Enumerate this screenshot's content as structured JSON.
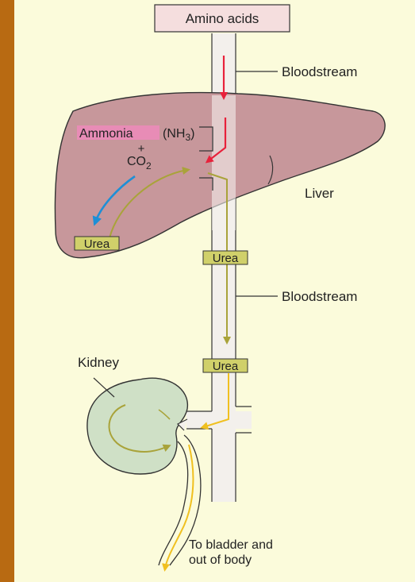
{
  "diagram": {
    "labels": {
      "amino_acids": "Amino acids",
      "bloodstream_top": "Bloodstream",
      "ammonia": "Ammonia",
      "nh3_open": "(NH",
      "nh3_sub": "3",
      "nh3_close": ")",
      "plus": "+",
      "co2_main": "CO",
      "co2_sub": "2",
      "liver": "Liver",
      "urea_liver": "Urea",
      "urea_vessel_upper": "Urea",
      "bloodstream_bottom": "Bloodstream",
      "urea_vessel_lower": "Urea",
      "kidney": "Kidney",
      "bladder_line1": "To bladder and",
      "bladder_line2": "out of body"
    },
    "colors": {
      "slide_background": "#b86a12",
      "panel": "#fbfbdb",
      "liver_fill": "#c7979b",
      "kidney_fill": "#cfe0c6",
      "vessel_fill": "#f3f0ec",
      "amino_box": "#f5dede",
      "ammonia_highlight": "#e88cb6",
      "urea_box": "#d0d06a",
      "red_arrow": "#e8213b",
      "blue_arrow": "#1e8fd6",
      "olive_arrow": "#a9a33a",
      "yellow_arrow": "#f0c020"
    }
  }
}
